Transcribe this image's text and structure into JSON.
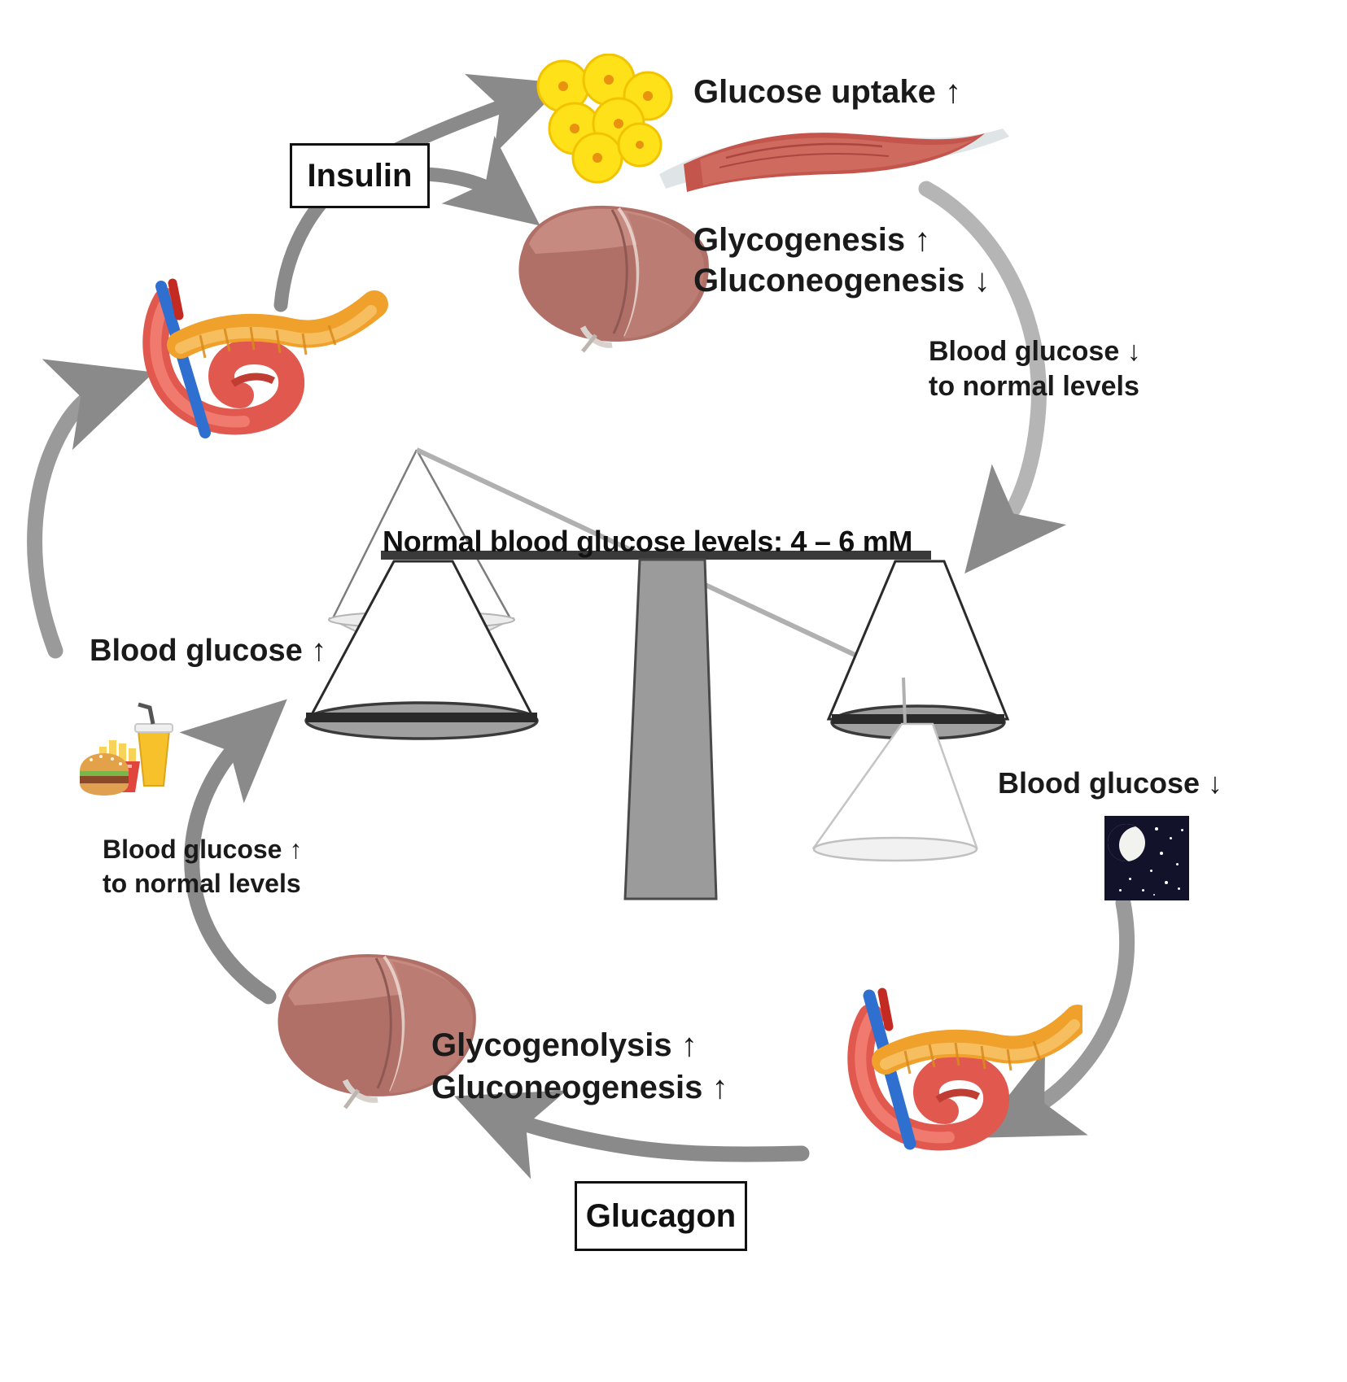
{
  "diagram": {
    "title": "Blood glucose homeostasis cycle",
    "center": {
      "beam_label": "Normal blood glucose levels: 4 – 6 mM",
      "scale_icon": "balance-scale-icon"
    },
    "hormones": [
      {
        "id": "insulin",
        "label": "Insulin"
      },
      {
        "id": "glucagon",
        "label": "Glucagon"
      }
    ],
    "labels": {
      "glucose_uptake": "Glucose uptake ↑",
      "glycogenesis": "Glycogenesis ↑",
      "gluconeogenesis_down": "Gluconeogenesis ↓",
      "blood_glucose_down_normal_l1": "Blood glucose ↓",
      "blood_glucose_down_normal_l2": "to normal levels",
      "blood_glucose_down": "Blood glucose ↓",
      "glycogenolysis": "Glycogenolysis ↑",
      "gluconeogenesis_up": "Gluconeogenesis ↑",
      "blood_glucose_up_normal_l1": "Blood glucose ↑",
      "blood_glucose_up_normal_l2": "to normal levels",
      "blood_glucose_up": "Blood glucose ↑"
    },
    "organs": [
      {
        "id": "pancreas-top",
        "name": "pancreas-icon"
      },
      {
        "id": "adipose",
        "name": "adipose-cells-icon"
      },
      {
        "id": "muscle",
        "name": "skeletal-muscle-icon"
      },
      {
        "id": "liver-top",
        "name": "liver-icon"
      },
      {
        "id": "liver-bottom",
        "name": "liver-icon"
      },
      {
        "id": "pancreas-bottom",
        "name": "pancreas-icon"
      },
      {
        "id": "fast-food",
        "name": "fast-food-meal-icon"
      },
      {
        "id": "night",
        "name": "night-sky-icon"
      }
    ],
    "colors": {
      "arrow_gray": "#8a8a8a",
      "pan_gray": "#9b9b9b",
      "pan_light": "#e3e3e3",
      "beam_dark": "#3a3a3a",
      "adipose_yellow": "#ffe11a",
      "adipose_nucleus": "#e8920f",
      "muscle_red": "#c4554c",
      "liver_brown": "#b07068",
      "pancreas_red": "#e0584e",
      "pancreas_orange": "#efa12c",
      "vein_blue": "#2f6fd0",
      "night_navy": "#12122b",
      "text_black": "#1a1a1a"
    }
  }
}
